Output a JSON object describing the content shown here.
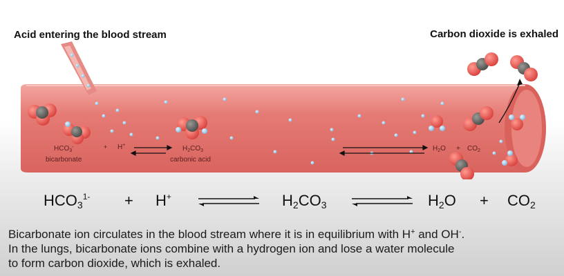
{
  "header": {
    "left": "Acid entering the blood stream",
    "right": "Carbon dioxide is exhaled"
  },
  "vessel": {
    "labels": {
      "hco3": "HCO",
      "hco3_sub": "3",
      "hco3_sup": "-",
      "bicarbonate": "bicarbonate",
      "hplus": "H",
      "hplus_sup": "+",
      "h2co3_a": "H",
      "h2co3_b": "2",
      "h2co3_c": "CO",
      "h2co3_d": "3",
      "carbonic_acid": "carbonic acid",
      "h2o_a": "H",
      "h2o_b": "2",
      "h2o_c": "O",
      "plus": "+",
      "co2_a": "CO",
      "co2_b": "2"
    },
    "colors": {
      "vessel": "#e27470",
      "vessel_dark": "#c85a56",
      "vessel_light": "#f0a09a",
      "oxygen": "#e24a48",
      "carbon": "#5a5a58",
      "hydrogen": "#8fc4e4"
    }
  },
  "equation": {
    "hco3": "HCO",
    "hco3_sub": "3",
    "hco3_sup": "1-",
    "plus1": "+",
    "h": "H",
    "h_sup": "+",
    "h2co3_h": "H",
    "h2co3_2": "2",
    "h2co3_co": "CO",
    "h2co3_3": "3",
    "h2o_h": "H",
    "h2o_2": "2",
    "h2o_o": "O",
    "plus2": "+",
    "co2_co": "CO",
    "co2_2": "2"
  },
  "caption": {
    "line1": "Bicarbonate ion circulates in the blood stream where it is in equilibrium with H",
    "line1_sup1": "+",
    "line1_mid": " and OH",
    "line1_sup2": "-",
    "line1_end": ".",
    "line2": "In the lungs, bicarbonate ions combine with a hydrogen ion and lose a water molecule",
    "line3": "to form carbon dioxide, which is exhaled."
  }
}
